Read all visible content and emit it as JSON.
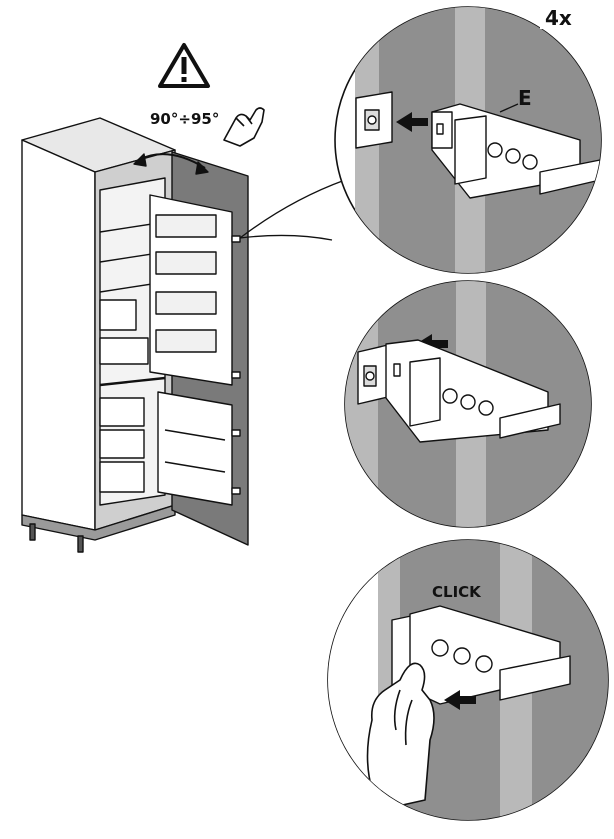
{
  "labels": {
    "count": "4x",
    "angle": "90°÷95°",
    "part": "E",
    "click": "CLICK"
  },
  "icons": {
    "warning": "warning-triangle-icon",
    "hand": "hand-pushing-icon"
  },
  "colors": {
    "line": "#111111",
    "panel_gray": "#8f8f8f",
    "cabinet_gray": "#b9b9b9",
    "interior_gray": "#d6d6d6",
    "door_dark": "#7a7a7a"
  }
}
